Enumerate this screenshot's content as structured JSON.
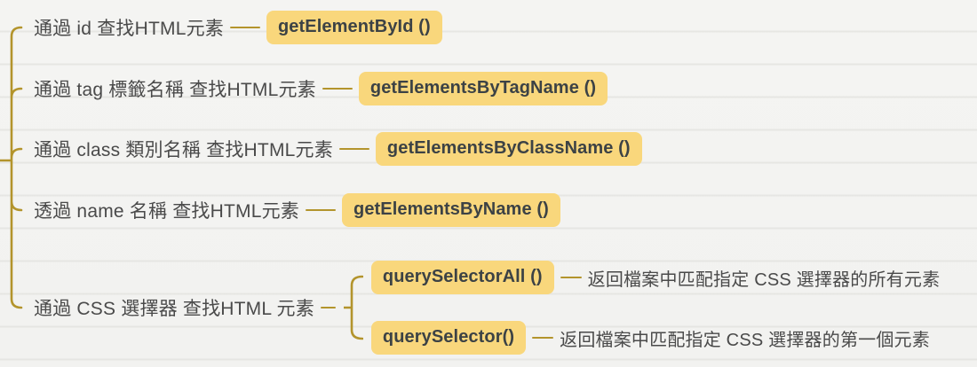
{
  "diagram": {
    "title_note": "DOM element lookup mind map",
    "colors": {
      "connector": "#b3942c",
      "node_fill": "#f9d77c",
      "node_text": "#3c4245",
      "label_text": "#4a4a4a",
      "background": "#f3f3f1"
    },
    "branches": [
      {
        "label": "通過 id 查找HTML元素",
        "method": "getElementById ()"
      },
      {
        "label": "通過 tag 標籤名稱 查找HTML元素",
        "method": "getElementsByTagName ()"
      },
      {
        "label": "通過 class 類別名稱 查找HTML元素",
        "method": "getElementsByClassName ()"
      },
      {
        "label": "透過 name 名稱 查找HTML元素",
        "method": "getElementsByName ()"
      },
      {
        "label": "通過 CSS 選擇器 查找HTML 元素",
        "children": [
          {
            "method": "querySelectorAll ()",
            "description": "返回檔案中匹配指定 CSS 選擇器的所有元素"
          },
          {
            "method": "querySelector()",
            "description": "返回檔案中匹配指定 CSS 選擇器的第一個元素"
          }
        ]
      }
    ]
  }
}
